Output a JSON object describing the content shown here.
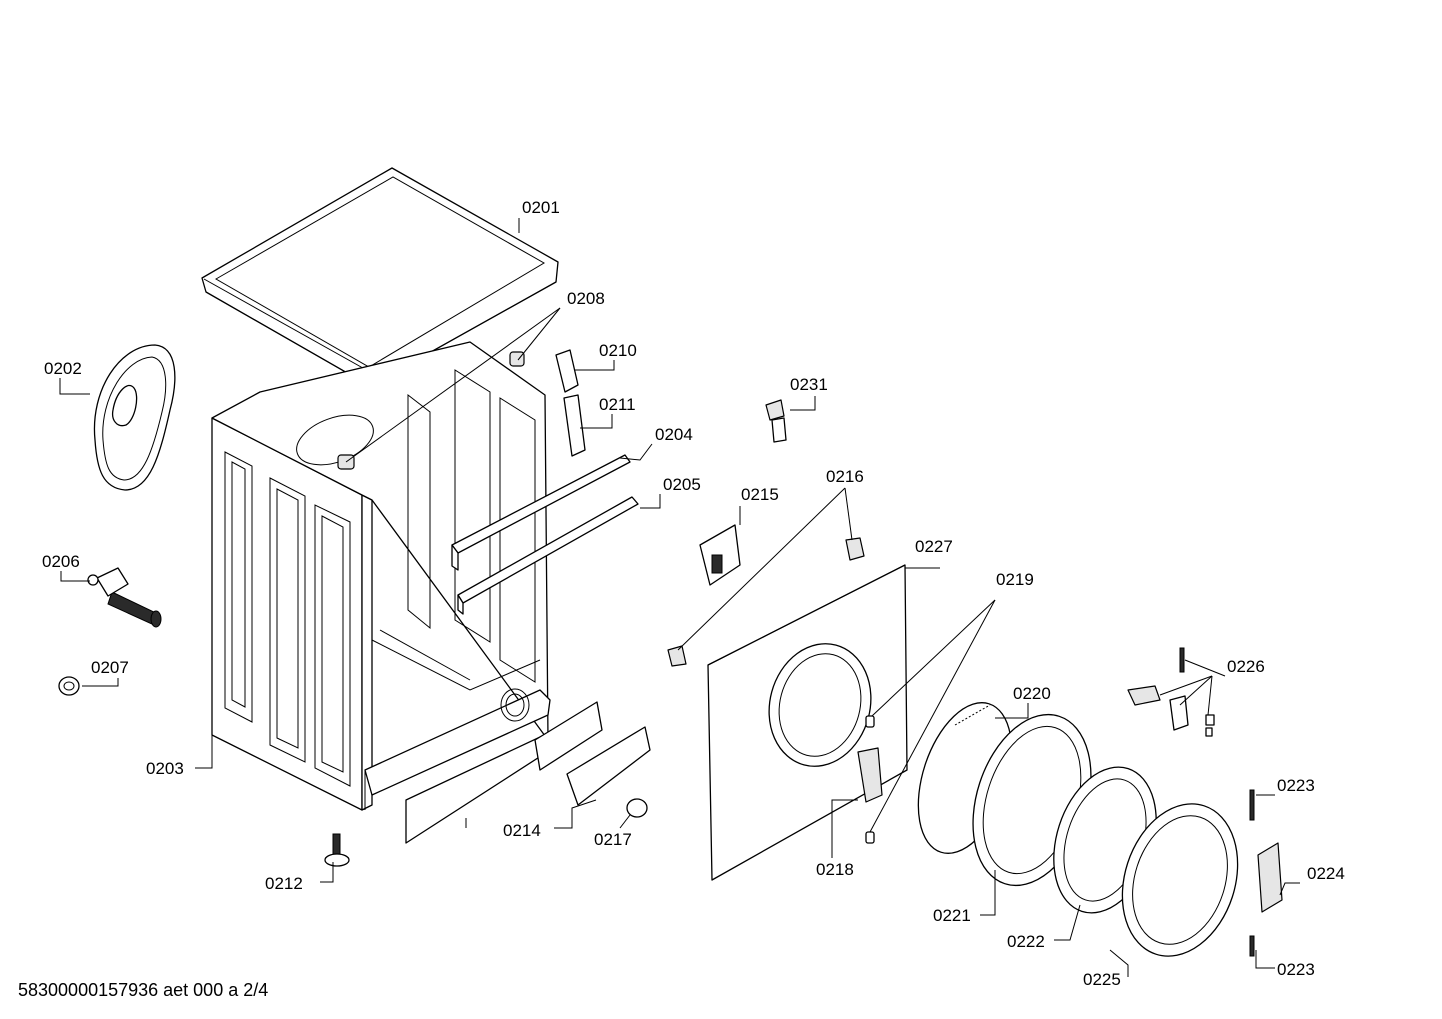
{
  "callouts": {
    "c0201": "0201",
    "c0202": "0202",
    "c0203": "0203",
    "c0204": "0204",
    "c0205": "0205",
    "c0206": "0206",
    "c0207": "0207",
    "c0208": "0208",
    "c0210": "0210",
    "c0211": "0211",
    "c0212": "0212",
    "c0214": "0214",
    "c0215": "0215",
    "c0216": "0216",
    "c0217": "0217",
    "c0218": "0218",
    "c0219": "0219",
    "c0220": "0220",
    "c0221": "0221",
    "c0222": "0222",
    "c0223a": "0223",
    "c0223b": "0223",
    "c0224": "0224",
    "c0225": "0225",
    "c0226": "0226",
    "c0227": "0227",
    "c0231": "0231"
  },
  "footer": {
    "reference": "58300000157936 aet 000 a 2/4"
  }
}
